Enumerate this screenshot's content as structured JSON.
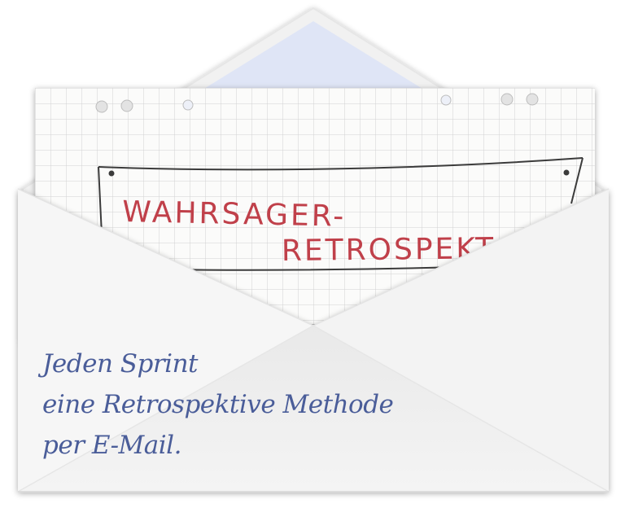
{
  "note": {
    "line1": "WAHRSAGER-",
    "line2": "RETROSPEKT"
  },
  "tagline": {
    "line1": "Jeden Sprint",
    "line2": "eine Retrospektive Methode",
    "line3": "per E-Mail."
  },
  "colors": {
    "marker_red": "#c0404a",
    "ink_blue": "#4a5d99",
    "envelope": "#f3f3f3",
    "envelope_inner": "#dfe5f6",
    "grid_line": "#cfcfcf",
    "paper": "#fbfbfa"
  }
}
